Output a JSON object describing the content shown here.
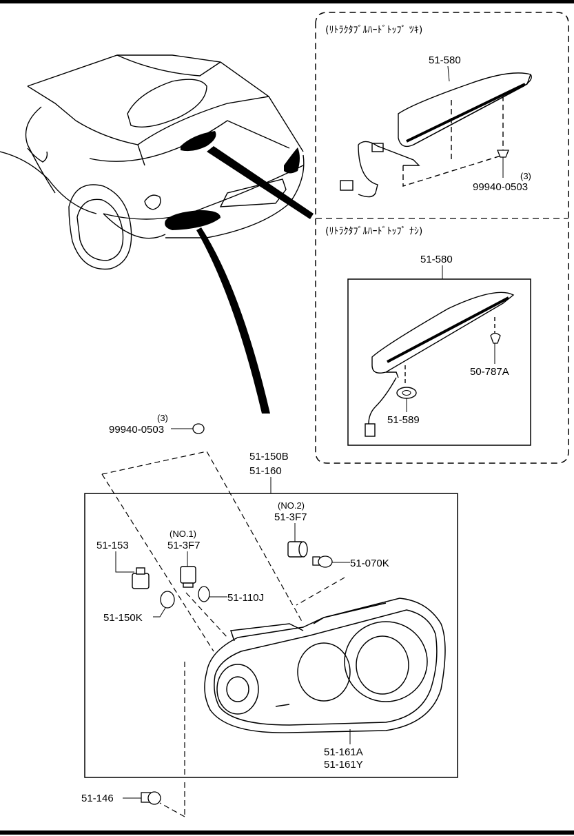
{
  "inset_upper": {
    "title": "(ﾘﾄﾗｸﾀﾌﾞﾙﾊｰﾄﾞﾄｯﾌﾟ ﾂｷ)"
  },
  "inset_lower": {
    "title": "(ﾘﾄﾗｸﾀﾌﾞﾙﾊｰﾄﾞﾄｯﾌﾟ ﾅｼ)"
  },
  "parts": {
    "lamp_upper": "51-580",
    "clip_qty_upper": "(3)",
    "clip_upper": "99940-0503",
    "lamp_lower": "51-580",
    "clip_push": "50-787A",
    "grommet": "51-589",
    "clip_qty_left": "(3)",
    "clip_left": "99940-0503",
    "assy_1": "51-150B",
    "assy_2": "51-160",
    "socket_no2_tag": "(NO.2)",
    "socket_no2": "51-3F7",
    "bulb_070k": "51-070K",
    "socket_153": "51-153",
    "socket_no1_tag": "(NO.1)",
    "socket_no1": "51-3F7",
    "bulb_110j": "51-110J",
    "bulb_150k": "51-150K",
    "lens_1": "51-161A",
    "lens_2": "51-161Y",
    "screw": "51-146"
  }
}
